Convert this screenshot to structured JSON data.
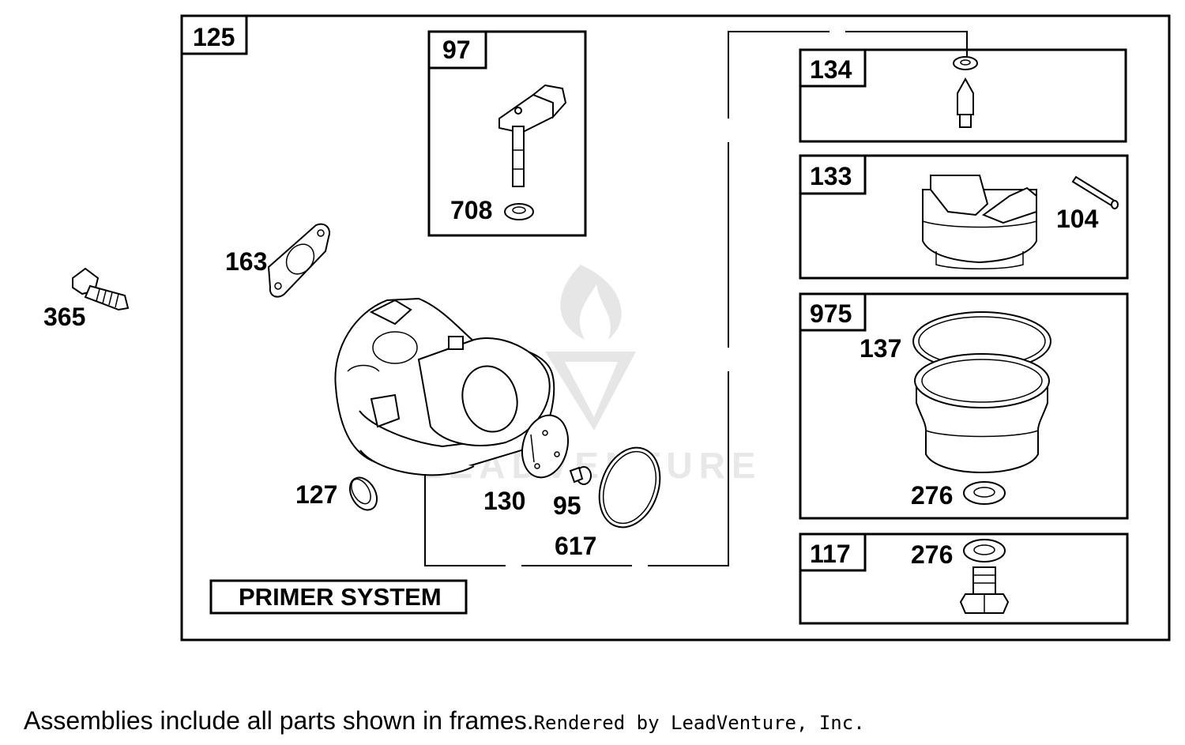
{
  "callouts": {
    "c365": "365",
    "c125": "125",
    "c97": "97",
    "c708": "708",
    "c163": "163",
    "c127": "127",
    "c130": "130",
    "c95": "95",
    "c617": "617",
    "c134": "134",
    "c133": "133",
    "c104": "104",
    "c975": "975",
    "c137": "137",
    "c276a": "276",
    "c117": "117",
    "c276b": "276"
  },
  "primer_label": "PRIMER SYSTEM",
  "watermark": "LEADVENTURE",
  "footer": {
    "note": "Assemblies include all parts shown in frames.",
    "credit": "Rendered by LeadVenture, Inc."
  }
}
